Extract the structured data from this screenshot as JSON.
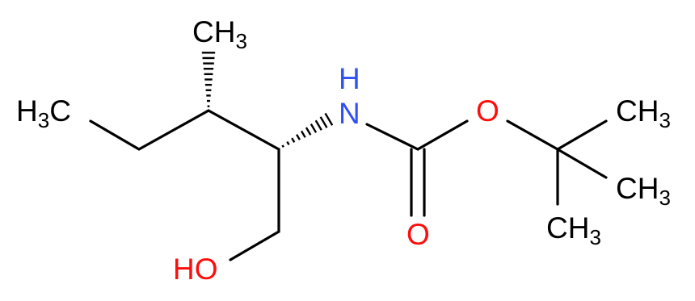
{
  "molecule": {
    "atoms": {
      "nh": {
        "main": "N",
        "h": "H",
        "color": "#3050F8"
      },
      "o_ester": {
        "main": "O",
        "color": "#FF0D0D"
      },
      "o_carbonyl": {
        "main": "O",
        "color": "#FF0D0D"
      },
      "hydroxyl": {
        "main": "HO",
        "color": "#FF0D0D"
      },
      "ch3_top": {
        "main": "CH",
        "sub": "3",
        "color": "#000000"
      },
      "h3c_left": {
        "pre": "H",
        "sub": "3",
        "post": "C",
        "color": "#000000"
      },
      "ch3_t1": {
        "main": "CH",
        "sub": "3",
        "color": "#000000"
      },
      "ch3_t2": {
        "main": "CH",
        "sub": "3",
        "color": "#000000"
      },
      "ch3_t3": {
        "main": "CH",
        "sub": "3",
        "color": "#000000"
      }
    },
    "colors": {
      "bond": "#000000",
      "nitrogen": "#3050F8",
      "oxygen": "#FF0D0D",
      "carbon": "#000000"
    }
  }
}
